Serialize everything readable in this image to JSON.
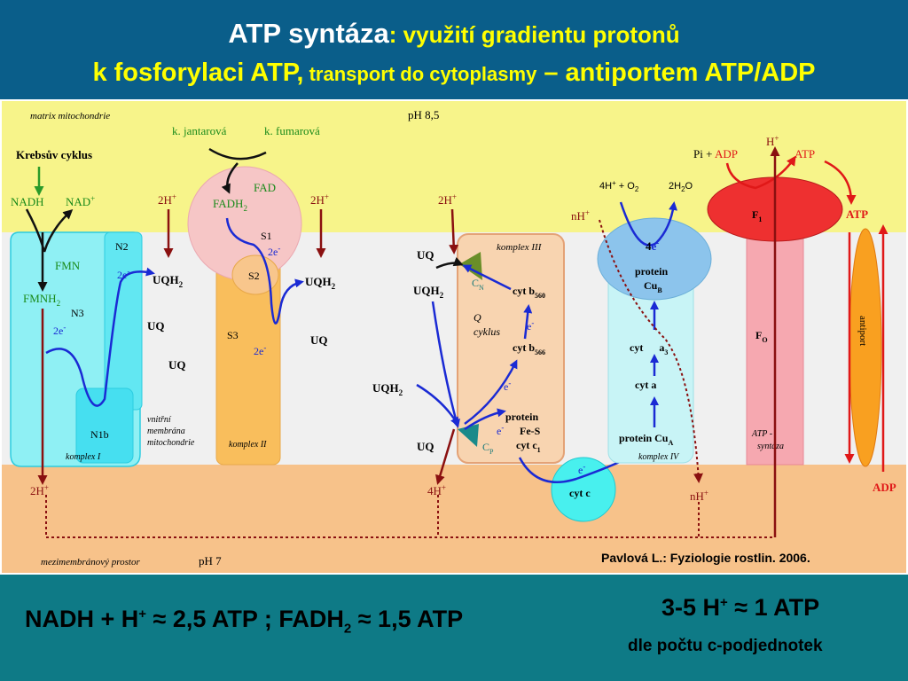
{
  "title": {
    "line1_main": "ATP syntáza",
    "line1_sub": ": využití gradientu protonů",
    "line2_a": "k fosforylaci ATP,",
    "line2_b": " transport do cytoplasmy",
    "line2_c": " – antiportem ATP/ADP"
  },
  "colors": {
    "header_bg": "#0a5e8a",
    "footer_bg": "#0e7a86",
    "title_white": "#ffffff",
    "title_yellow": "#ffff00",
    "matrix": "#f7f48a",
    "membrane": "#f0f0f0",
    "space": "#f7c28a"
  },
  "regions": {
    "matrix": "matrix mitochondrie",
    "ph_matrix": "pH 8,5",
    "intermembrane": "mezimembránový prostor",
    "ph_space": "pH 7",
    "inner_membrane": [
      "vnitřní",
      "membrána",
      "mitochondrie"
    ]
  },
  "complex1": {
    "krebs": "Krebsův cyklus",
    "nadh": "NADH",
    "nad": "NAD",
    "nad_sup": "+",
    "fmn": "FMN",
    "fmnh": "FMNH",
    "fmnh_sub": "2",
    "n2": "N2",
    "n3": "N3",
    "n1b": "N1b",
    "e_left": "2e",
    "e_right": "2e",
    "e_sup": "-",
    "label": "komplex I",
    "proton_top": "2H",
    "proton_bottom": "2H",
    "plus": "+",
    "uqh2": "UQH",
    "uqh2_sub": "2",
    "uq1": "UQ",
    "uq2": "UQ"
  },
  "complex2": {
    "succinate": "k. jantarová",
    "fumarate": "k. fumarová",
    "fad": "FAD",
    "fadh": "FADH",
    "fadh_sub": "2",
    "s1": "S1",
    "s2": "S2",
    "s3": "S3",
    "e1": "2e",
    "e2": "2e",
    "e_sup": "-",
    "proton": "2H",
    "plus": "+",
    "uqh2": "UQH",
    "uqh2_sub": "2",
    "uq": "UQ",
    "label": "komplex II"
  },
  "complex3": {
    "proton_top": "2H",
    "proton_bottom": "4H",
    "plus": "+",
    "uq_top": "UQ",
    "uqh2_top": "UQH",
    "uqh2_bottom": "UQH",
    "sub2": "2",
    "uq_bottom": "UQ",
    "cn": "C",
    "cn_sub": "N",
    "cp": "C",
    "cp_sub": "P",
    "label": "komplex III",
    "cyt_b560": "cyt b",
    "b560_sub": "560",
    "cyt_b566": "cyt b",
    "b566_sub": "566",
    "q_cycle_1": "Q",
    "q_cycle_2": "cyklus",
    "e": "e",
    "e_sup": "-",
    "protein": "protein",
    "fes": "Fe-S",
    "cyt_c1": "cyt c",
    "c1_sub": "1"
  },
  "cytc": {
    "e": "e",
    "e_sup": "-",
    "label": "cyt c"
  },
  "complex4": {
    "reaction_a": "4H",
    "reaction_plus": " + O",
    "reaction_o_sub": "2",
    "water": "2H",
    "water_sub": "2",
    "water_o": "O",
    "nh_top": "nH",
    "nh_bottom": "nH",
    "plus": "+",
    "e4": "4",
    "e4_e": "e",
    "e_sup": "-",
    "protein": "protein",
    "cub": "Cu",
    "cub_sub": "B",
    "cyt_a3": "cyt",
    "a3": "a",
    "a3_sub": "3",
    "cyt_a": "cyt a",
    "cua": "protein Cu",
    "cua_sub": "A",
    "label": "komplex IV"
  },
  "atp_synthase": {
    "h": "H",
    "plus": "+",
    "pi": "Pi + ",
    "adp_top": "ADP",
    "atp_top": "ATP",
    "f1": "F",
    "f1_sub": "1",
    "fo": "F",
    "fo_sub": "O",
    "label_a": "ATP -",
    "label_b": "syntáza",
    "atp_right": "ATP",
    "adp_right": "ADP",
    "antiport": "antiport"
  },
  "citation": "Pavlová L.: Fyziologie rostlin. 2006.",
  "summary": {
    "left_a": "NADH + H",
    "left_sup": "+",
    "left_b": " ≈ 2,5 ATP ; FADH",
    "left_sub": "2",
    "left_c": " ≈ 1,5 ATP",
    "right_a": "3-5 H",
    "right_sup": "+",
    "right_b": " ≈ 1 ATP",
    "right_line2": "dle počtu c-podjednotek"
  }
}
